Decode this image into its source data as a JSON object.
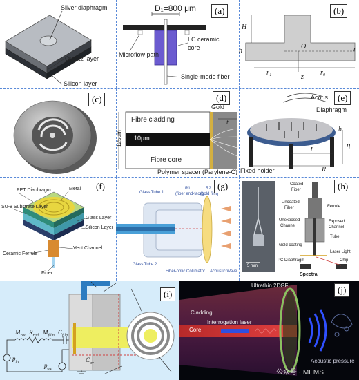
{
  "panels": {
    "a": {
      "badge": "(a)",
      "labels": {
        "silver": "Silver diaphragm",
        "quartz": "Quartz layer",
        "silicon": "Silicon layer",
        "diameter": "D₁=800 μm",
        "microflow": "Microflow path",
        "lc1": "LC ceramic",
        "lc2": "core",
        "fiber": "Single-mode fiber"
      }
    },
    "b": {
      "badge": "(b)",
      "labels": {
        "H": "H",
        "h": "h",
        "O": "O",
        "r1": "r₁",
        "r0": "r₀",
        "z": "z",
        "r": "r"
      }
    },
    "c": {
      "badge": "(c)"
    },
    "d": {
      "badge": "(d)",
      "labels": {
        "cladding": "Fibre cladding",
        "gold": "Gold",
        "size125": "125μm",
        "core10": "10μm",
        "core": "Fibre core",
        "t": "t",
        "spacer": "Polymer spacer (Parylene-C)"
      }
    },
    "e": {
      "badge": "(e)",
      "labels": {
        "acous": "Acous",
        "diaphragm": "Diaphragm",
        "h": "h",
        "eta": "η",
        "holder": "Fixed holder",
        "r": "r",
        "R": "R"
      }
    },
    "f": {
      "badge": "(f)",
      "labels": {
        "pet": "PET Diaphragm",
        "metal": "Metal",
        "su8": "SU-8 Substrate Layer",
        "glass": "Glass Layer",
        "silicon": "Silicon Layer",
        "ferrule": "Ceramic Ferrule",
        "vent": "Vent Channel",
        "fiber": "Fiber"
      }
    },
    "g": {
      "badge": "(g)",
      "labels": {
        "tube1": "Glass Tube 1",
        "r1": "R1",
        "r1sub": "(fiber end-face)",
        "r2": "R2",
        "r2sub": "(gold film)",
        "tube2": "Glass Tube 2",
        "collimator": "Fiber-optic Collimator",
        "wave": "Acoustic Wave"
      }
    },
    "h": {
      "badge": "(h)",
      "labels": {
        "coated": "Coated",
        "coated2": "Fiber",
        "uncoated": "Uncoated",
        "uncoated2": "Fiber",
        "ferrule": "Ferrule",
        "unexposed": "Unexposed",
        "unexposed2": "Channel",
        "exposed": "Exposed",
        "exposed2": "Channel",
        "tube": "Tube",
        "goldcoat": "Gold coating",
        "laser": "Laser Light",
        "pcd": "PC Diaphragm",
        "chip": "Chip",
        "spectra": "Spectra",
        "scale": "5 mm"
      }
    },
    "i": {
      "badge": "(i)",
      "labels": {
        "mrad": "M",
        "mrad_sub": "rad",
        "rrad": "R",
        "rrad_sub": "rad",
        "mfilm": "M",
        "mfilm_sub": "film",
        "cfilm": "C",
        "cfilm_sub": "film",
        "cav": "C",
        "cav_sub": "av",
        "pin": "p",
        "pin_sub": "in",
        "pout": "p",
        "pout_sub": "out"
      }
    },
    "j": {
      "badge": "(j)",
      "labels": {
        "graphene": "Ultrathin 2DGF",
        "cladding": "Cladding",
        "laser": "Interrogation laser",
        "core": "Core",
        "pressure": "Acoustic pressure",
        "watermark": "公众号 · MEMS"
      }
    }
  }
}
